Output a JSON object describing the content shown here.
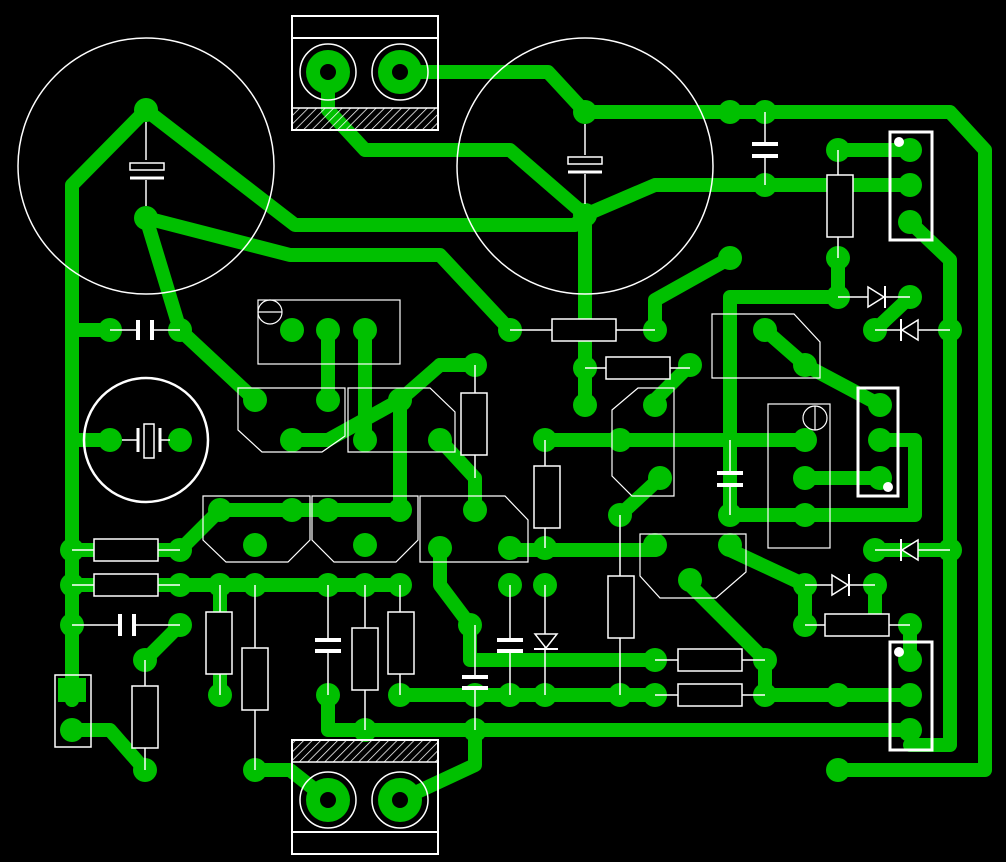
{
  "board": {
    "title": "",
    "colors": {
      "background": "#000000",
      "copper": "#00c000",
      "silkscreen": "#ffffff",
      "drill_hole": "#000000"
    },
    "layers": [
      {
        "name": "copper-tracks",
        "color": "#00c000"
      },
      {
        "name": "silkscreen-outlines",
        "color": "#ffffff"
      }
    ],
    "component_types": [
      "resistor",
      "capacitor",
      "electrolytic-capacitor",
      "diode",
      "crystal",
      "transistor",
      "terminal-block",
      "pin-header",
      "jumper-header"
    ]
  }
}
